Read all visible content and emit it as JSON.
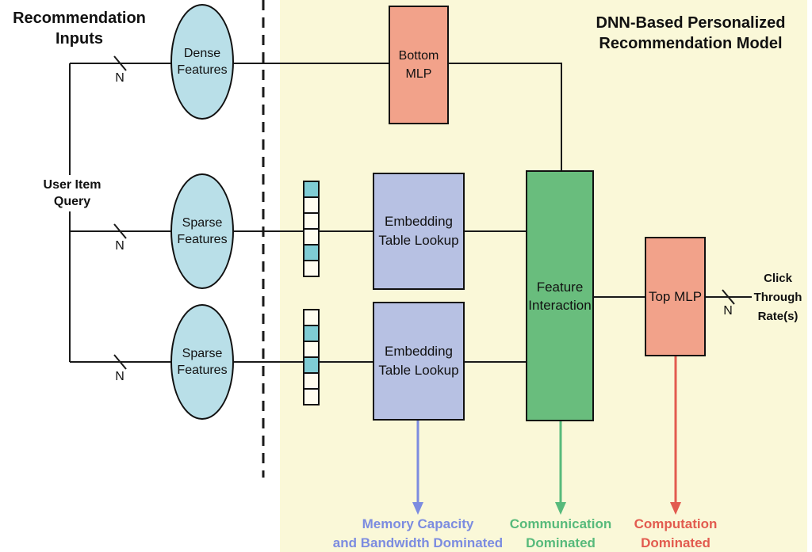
{
  "titles": {
    "inputs": "Recommendation\nInputs",
    "model": "DNN-Based Personalized\nRecommendation Model"
  },
  "query_label": "User Item\nQuery",
  "bus_width_label": "N",
  "input_nodes": {
    "dense": "Dense\nFeatures",
    "sparse1": "Sparse\nFeatures",
    "sparse2": "Sparse\nFeatures"
  },
  "blocks": {
    "bottom_mlp": "Bottom\nMLP",
    "embedding1": "Embedding\nTable Lookup",
    "embedding2": "Embedding\nTable Lookup",
    "feature_interaction": "Feature\nInteraction",
    "top_mlp": "Top MLP"
  },
  "output_label": "Click\nThrough\nRate(s)",
  "captions": {
    "memory": "Memory Capacity\nand  Bandwidth Dominated",
    "communication": "Communication\nDominated",
    "computation": "Computation\nDominated"
  },
  "vectors": {
    "vector1": [
      "teal",
      "cream",
      "cream",
      "cream",
      "teal",
      "cream"
    ],
    "vector2": [
      "cream",
      "teal",
      "cream",
      "teal",
      "cream",
      "cream"
    ]
  },
  "colors": {
    "panel": "#FAF8D8",
    "input_node": "#B9DFE8",
    "mlp": "#F2A28A",
    "embedding": "#B7C1E3",
    "interaction": "#69BD7D",
    "cell_teal": "#7FCCD4",
    "cell_cream": "#FFFDF0",
    "memory_accent": "#7C8CE0",
    "communication_accent": "#57BA7B",
    "computation_accent": "#E25B4F",
    "wire": "#1A1A1A"
  }
}
